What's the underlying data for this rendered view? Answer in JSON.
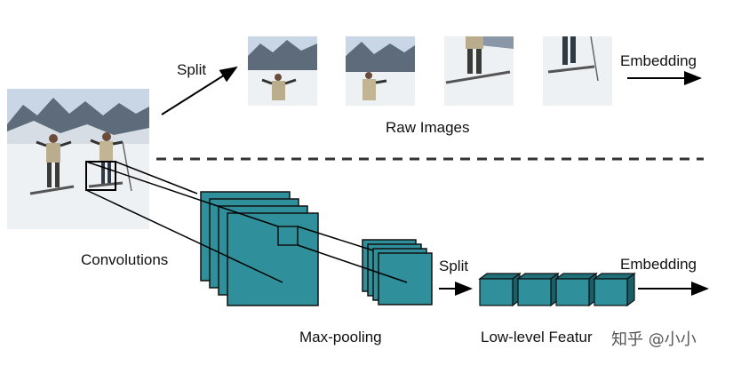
{
  "labels": {
    "split_top": "Split",
    "embedding_top": "Embedding",
    "raw_images": "Raw Images",
    "convolutions": "Convolutions",
    "split_bottom": "Split",
    "embedding_bottom": "Embedding",
    "max_pooling": "Max-pooling",
    "low_level_features": "Low-level Featur"
  },
  "watermark": "知乎 @小小",
  "colors": {
    "feature_map": "#2f8f9a",
    "feature_map_dark": "#1f6e78",
    "feature_map_edge": "#101010",
    "snow": "#eef1f4",
    "sky": "#c9d6e6",
    "mountain": "#5e6b7b"
  }
}
